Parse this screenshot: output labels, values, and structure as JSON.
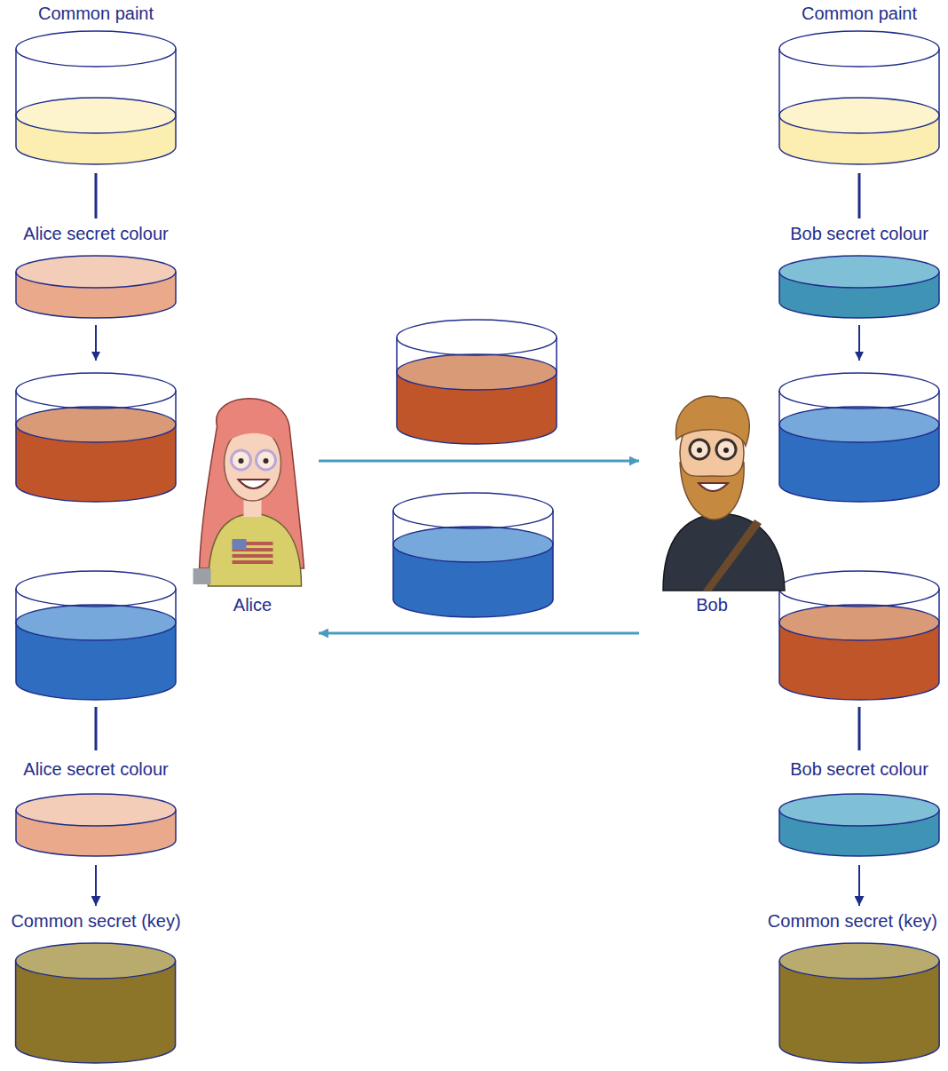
{
  "diagram": {
    "nodes": [
      {
        "text": [
          "Common paint"
        ]
      },
      {
        "text": [
          "Alice secret colour"
        ]
      },
      {
        "text": [
          "Alice secret colour"
        ]
      },
      {
        "text": [
          "Common secret (key)"
        ]
      },
      {
        "text": [
          "Alice"
        ]
      },
      {
        "text": [
          "Common paint"
        ]
      },
      {
        "text": [
          "Bob secret colour"
        ]
      },
      {
        "text": [
          "Bob secret colour"
        ]
      },
      {
        "text": [
          "Common secret (key)"
        ]
      },
      {
        "text": [
          "Bob"
        ]
      }
    ],
    "edges": [
      {
        "from": 0,
        "to": 1,
        "arrow": "none"
      },
      {
        "from": 2,
        "to": 3,
        "arrow": "to"
      },
      {
        "from": 4,
        "to": 9,
        "arrow": "to"
      },
      {
        "from": 9,
        "to": 4,
        "arrow": "to"
      },
      {
        "from": 5,
        "to": 6,
        "arrow": "none"
      },
      {
        "from": 7,
        "to": 8,
        "arrow": "to"
      }
    ]
  }
}
